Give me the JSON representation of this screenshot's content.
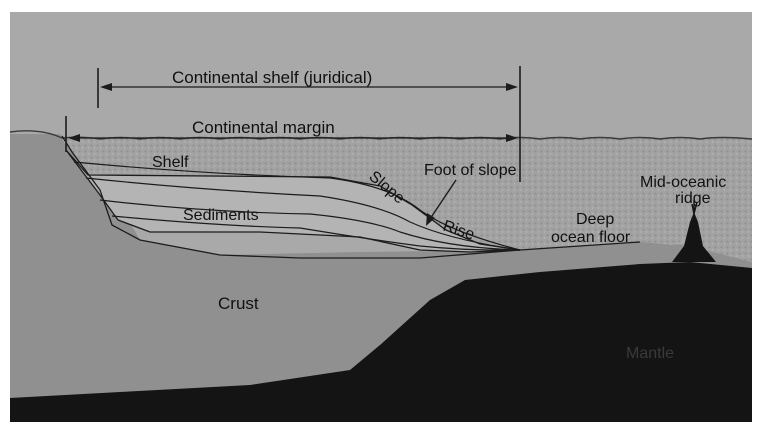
{
  "diagram": {
    "labels": {
      "continental_shelf_juridical": "Continental shelf (juridical)",
      "continental_margin": "Continental margin",
      "shelf": "Shelf",
      "slope": "Slope",
      "foot_of_slope": "Foot of slope",
      "rise": "Rise",
      "sediments": "Sediments",
      "deep_ocean_floor_line1": "Deep",
      "deep_ocean_floor_line2": "ocean floor",
      "mid_oceanic_ridge_line1": "Mid-oceanic",
      "mid_oceanic_ridge_line2": "ridge",
      "crust": "Crust",
      "mantle": "Mantle"
    },
    "colors": {
      "page": "#ffffff",
      "paper": "#a9a9a9",
      "water": "#9c9c9c",
      "sediment_fill": "#b5b5b5",
      "crust": "#8f8f8f",
      "mantle": "#141414",
      "ink": "#111111"
    }
  }
}
